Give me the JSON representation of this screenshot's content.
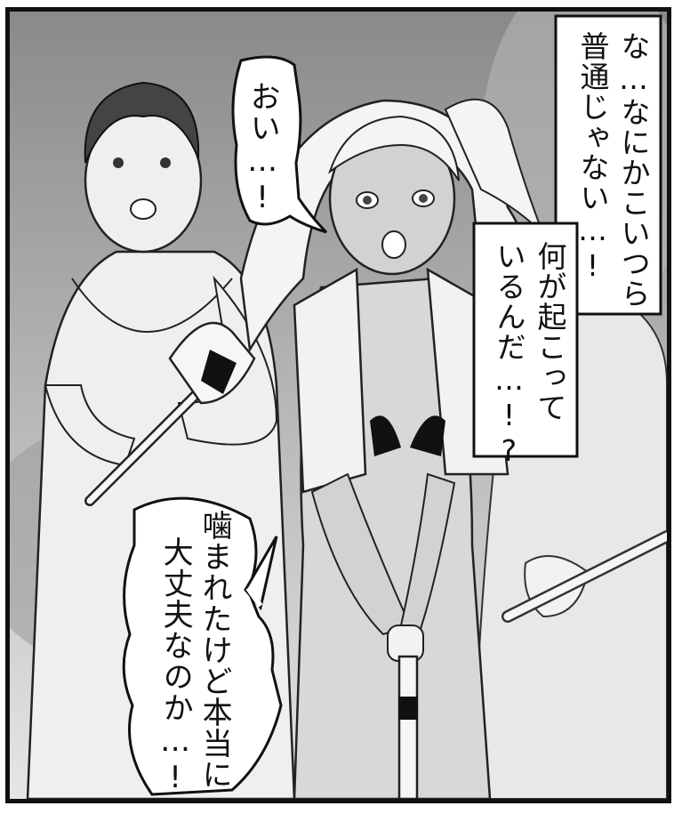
{
  "bubbles": {
    "speech_top": {
      "text": "おい…!"
    },
    "box_right_1": {
      "lines": [
        "な…なにかこいつら",
        "普通じゃない…!"
      ]
    },
    "box_right_2": {
      "lines": [
        "何が起こって",
        "いるんだ…!?"
      ]
    },
    "speech_bottom": {
      "lines": [
        "噛まれたけど本当に",
        "大丈夫なのか…!?"
      ]
    }
  }
}
